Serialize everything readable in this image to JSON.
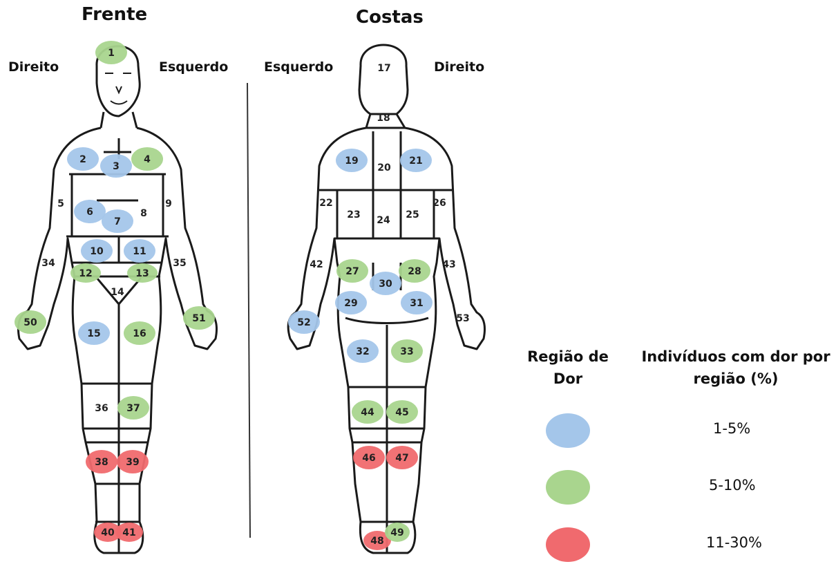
{
  "views": {
    "front": {
      "title": "Frente",
      "right_label": "Direito",
      "left_label": "Esquerdo"
    },
    "back": {
      "title": "Costas",
      "left_label": "Esquerdo",
      "right_label": "Direito"
    }
  },
  "colors": {
    "blue": "#a4c6ea",
    "green": "#a9d58e",
    "red": "#f06a6e",
    "outline": "#1a1a1a"
  },
  "legend": {
    "header_region": "Região de Dor",
    "header_percent": "Indivíduos com dor por região (%)",
    "items": [
      {
        "color": "blue",
        "label": "1-5%"
      },
      {
        "color": "green",
        "label": "5-10%"
      },
      {
        "color": "red",
        "label": "11-30%"
      }
    ]
  },
  "regions": [
    {
      "id": "1",
      "color": "green"
    },
    {
      "id": "2",
      "color": "blue"
    },
    {
      "id": "3",
      "color": "blue"
    },
    {
      "id": "4",
      "color": "green"
    },
    {
      "id": "5",
      "color": "none"
    },
    {
      "id": "6",
      "color": "blue"
    },
    {
      "id": "7",
      "color": "blue"
    },
    {
      "id": "8",
      "color": "none"
    },
    {
      "id": "9",
      "color": "none"
    },
    {
      "id": "10",
      "color": "blue"
    },
    {
      "id": "11",
      "color": "blue"
    },
    {
      "id": "12",
      "color": "green"
    },
    {
      "id": "13",
      "color": "green"
    },
    {
      "id": "14",
      "color": "none"
    },
    {
      "id": "15",
      "color": "blue"
    },
    {
      "id": "16",
      "color": "green"
    },
    {
      "id": "17",
      "color": "none"
    },
    {
      "id": "18",
      "color": "none"
    },
    {
      "id": "19",
      "color": "blue"
    },
    {
      "id": "20",
      "color": "none"
    },
    {
      "id": "21",
      "color": "blue"
    },
    {
      "id": "22",
      "color": "none"
    },
    {
      "id": "23",
      "color": "none"
    },
    {
      "id": "24",
      "color": "none"
    },
    {
      "id": "25",
      "color": "none"
    },
    {
      "id": "26",
      "color": "none"
    },
    {
      "id": "27",
      "color": "green"
    },
    {
      "id": "28",
      "color": "green"
    },
    {
      "id": "29",
      "color": "blue"
    },
    {
      "id": "30",
      "color": "blue"
    },
    {
      "id": "31",
      "color": "blue"
    },
    {
      "id": "32",
      "color": "blue"
    },
    {
      "id": "33",
      "color": "green"
    },
    {
      "id": "34",
      "color": "none"
    },
    {
      "id": "35",
      "color": "none"
    },
    {
      "id": "36",
      "color": "none"
    },
    {
      "id": "37",
      "color": "green"
    },
    {
      "id": "38",
      "color": "red"
    },
    {
      "id": "39",
      "color": "red"
    },
    {
      "id": "40",
      "color": "red"
    },
    {
      "id": "41",
      "color": "red"
    },
    {
      "id": "42",
      "color": "none"
    },
    {
      "id": "43",
      "color": "none"
    },
    {
      "id": "44",
      "color": "green"
    },
    {
      "id": "45",
      "color": "green"
    },
    {
      "id": "46",
      "color": "red"
    },
    {
      "id": "47",
      "color": "red"
    },
    {
      "id": "48",
      "color": "red"
    },
    {
      "id": "49",
      "color": "green"
    },
    {
      "id": "50",
      "color": "green"
    },
    {
      "id": "51",
      "color": "green"
    },
    {
      "id": "52",
      "color": "blue"
    },
    {
      "id": "53",
      "color": "none"
    }
  ]
}
